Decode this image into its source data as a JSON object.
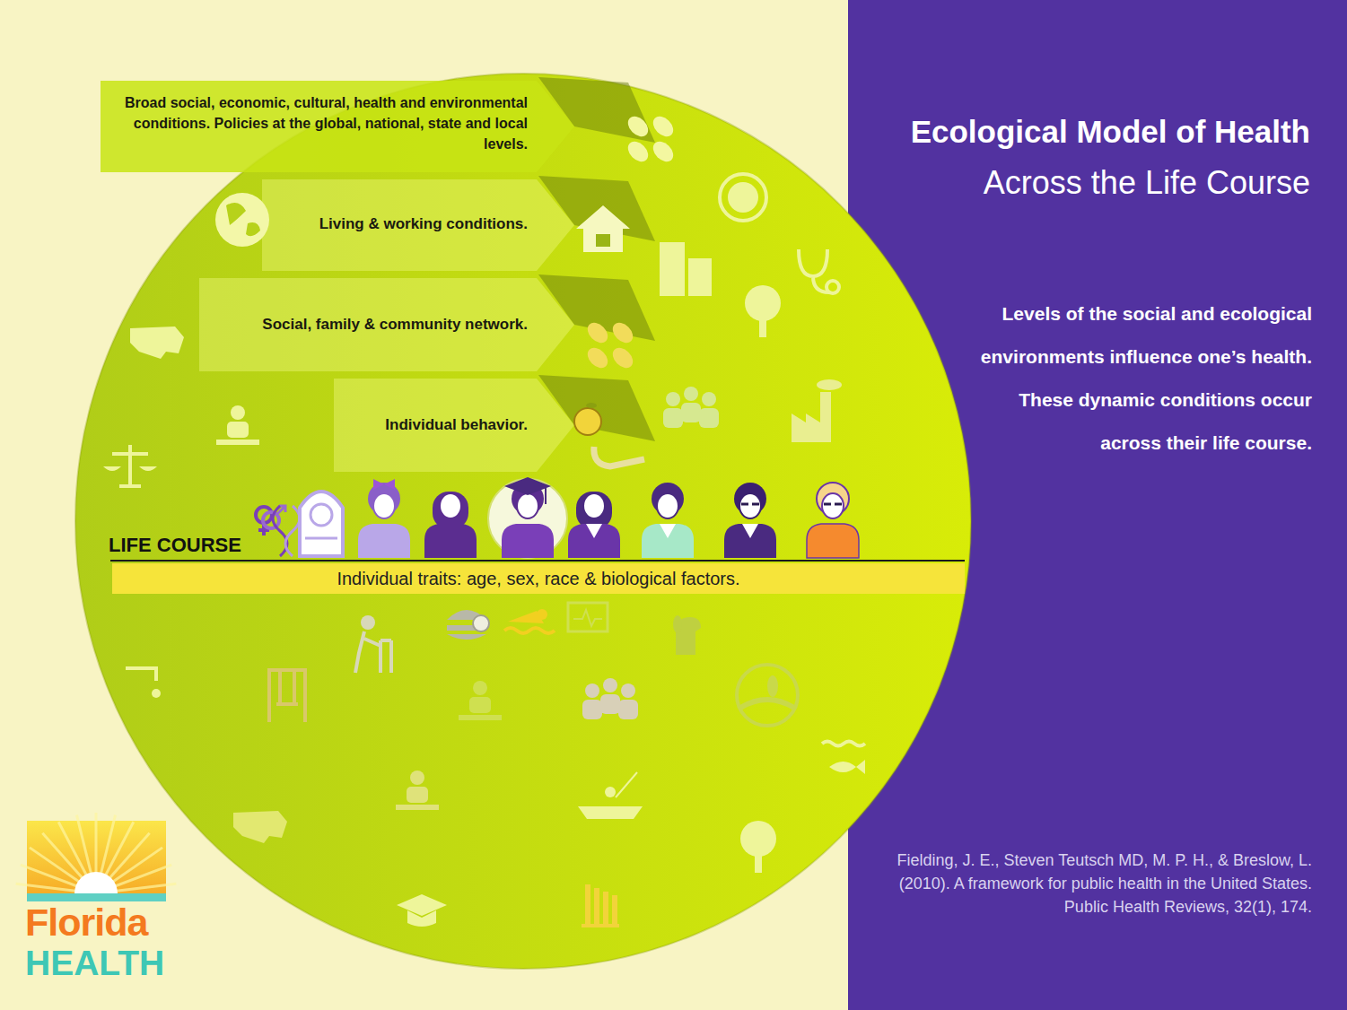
{
  "diagram": {
    "title": "Ecological Model of Health",
    "nodes": [
      {
        "text": [
          "Broad social, economic, cultural, health and environmental conditions. Policies at the global, national, state and local levels."
        ]
      },
      {
        "text": [
          "Living & working conditions."
        ],
        "in": 0
      },
      {
        "text": [
          "Social, family & community network."
        ],
        "in": 1
      },
      {
        "text": [
          "Individual behavior."
        ],
        "in": 2
      },
      {
        "text": [
          "LIFE COURSE",
          "Individual traits: age, sex, race & biological factors."
        ]
      }
    ],
    "labels": [
      "Across the Life Course",
      "Levels of the social and ecological environments influence one’s health. These dynamic conditions occur across their life course.",
      "Fielding, J. E., Steven Teutsch MD, M. P. H., & Breslow, L. (2010). A framework for public health in the United States. Public Health Reviews, 32(1), 174.",
      "Florida",
      "HEALTH"
    ]
  }
}
